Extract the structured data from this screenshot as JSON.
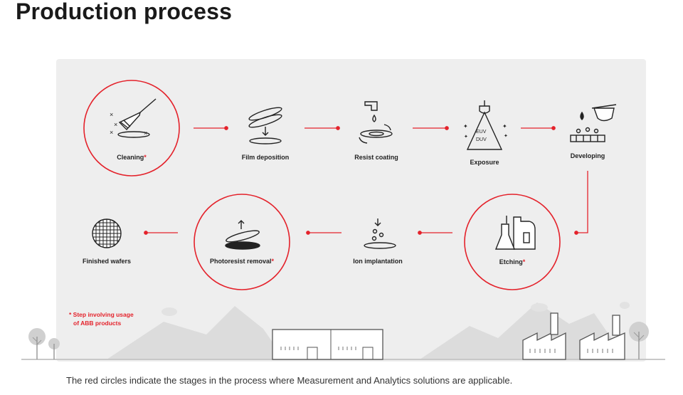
{
  "title": "Production process",
  "accent_color": "#e4222b",
  "steps": [
    {
      "label": "Cleaning",
      "star": "*",
      "highlight": true
    },
    {
      "label": "Film deposition",
      "highlight": false
    },
    {
      "label": "Resist coating",
      "highlight": false
    },
    {
      "label": "Exposure",
      "highlight": false,
      "lamp_text": [
        "EUV",
        "DUV"
      ]
    },
    {
      "label": "Developing",
      "highlight": false
    },
    {
      "label": "Etching",
      "star": "*",
      "highlight": true
    },
    {
      "label": "Ion implantation",
      "highlight": false
    },
    {
      "label": "Photoresist removal",
      "star": "*",
      "highlight": true
    },
    {
      "label": "Finished wafers",
      "highlight": false
    }
  ],
  "footnote": [
    "* Step involving usage",
    "of ABB products"
  ],
  "caption": "The red circles indicate the stages in the process where Measurement and Analytics solutions are applicable."
}
